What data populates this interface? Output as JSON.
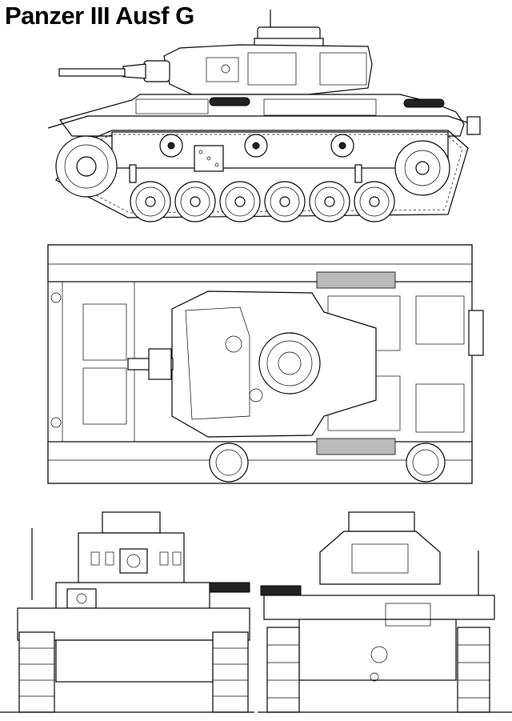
{
  "title": "Panzer III Ausf G",
  "colors": {
    "line": "#000000",
    "paper": "#ffffff"
  },
  "views": [
    {
      "id": "side",
      "icon": "tank-side-view"
    },
    {
      "id": "top",
      "icon": "tank-top-view"
    },
    {
      "id": "front",
      "icon": "tank-front-view"
    },
    {
      "id": "rear",
      "icon": "tank-rear-view"
    }
  ]
}
